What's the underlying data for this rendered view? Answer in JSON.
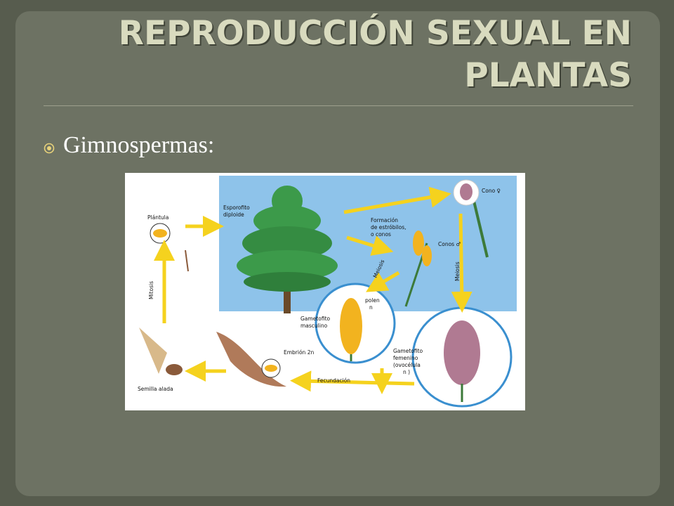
{
  "slide": {
    "title_line1": "REPRODUCCIÓN SEXUAL EN",
    "title_line2": "PLANTAS",
    "bullet_text": "Gimnospermas:",
    "bullet_icon": "circled-dot-icon"
  },
  "diagram": {
    "esporofito_1": "Esporofito",
    "esporofito_2": "diploide",
    "formacion_1": "Formación",
    "formacion_2": "de estróbilos,",
    "formacion_3": "o conos",
    "cono_female": "Cono ♀",
    "conos_male": "Conos ♂",
    "meiosis_left": "Meiosis",
    "meiosis_right": "Meiosis",
    "plantula": "Plántula",
    "mitosis": "Mitosis",
    "gametofito_masc_1": "Gametofito",
    "gametofito_masc_2": "masculino",
    "polen_1": "polen",
    "polen_2": "n",
    "gametofito_fem_1": "Gametofito",
    "gametofito_fem_2": "femenino",
    "gametofito_fem_3": "(ovocélula",
    "gametofito_fem_4": "n )",
    "embrion": "Embrión 2n",
    "fecundacion": "Fecundación",
    "semilla": "Semilla alada",
    "colors": {
      "sky": "#8ec3ea",
      "arrow": "#f5d21e",
      "tree": "#3c9a4a",
      "cone_female": "#b07a92",
      "pollen_cone": "#f2b31f"
    }
  }
}
